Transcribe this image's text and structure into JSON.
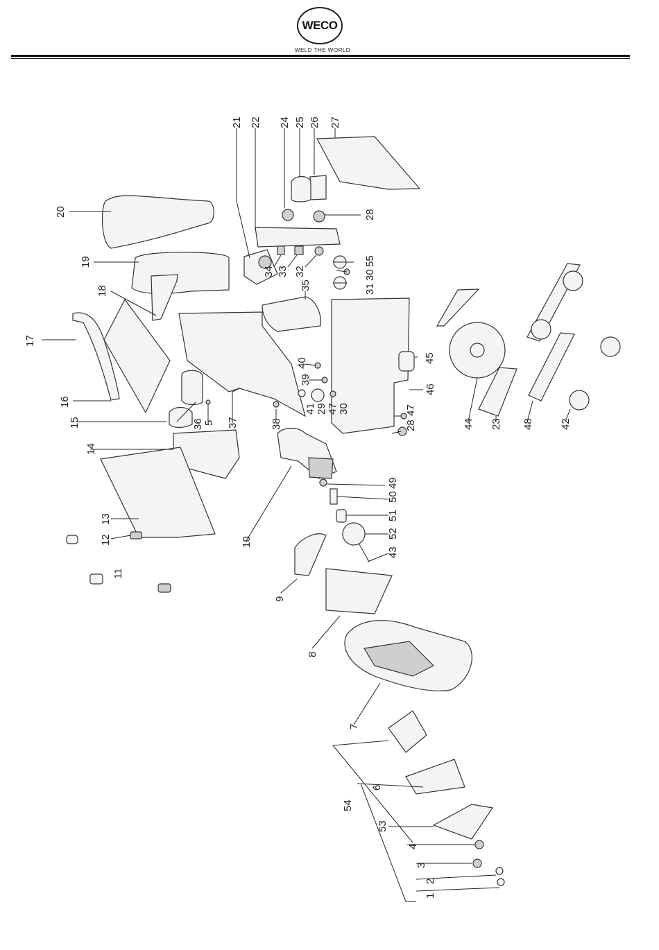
{
  "header": {
    "brand": "WECO",
    "tagline": "WELD THE WORLD"
  },
  "diagram": {
    "labels": [
      {
        "id": "21",
        "text": "21"
      },
      {
        "id": "22",
        "text": "22"
      },
      {
        "id": "24",
        "text": "24"
      },
      {
        "id": "25",
        "text": "25"
      },
      {
        "id": "26",
        "text": "26"
      },
      {
        "id": "27",
        "text": "27"
      },
      {
        "id": "28a",
        "text": "28"
      },
      {
        "id": "20",
        "text": "20"
      },
      {
        "id": "19",
        "text": "19"
      },
      {
        "id": "34",
        "text": "34"
      },
      {
        "id": "33",
        "text": "33"
      },
      {
        "id": "32",
        "text": "32"
      },
      {
        "id": "55",
        "text": "55"
      },
      {
        "id": "30a",
        "text": "30"
      },
      {
        "id": "31",
        "text": "31"
      },
      {
        "id": "35",
        "text": "35"
      },
      {
        "id": "18",
        "text": "18"
      },
      {
        "id": "17",
        "text": "17"
      },
      {
        "id": "40",
        "text": "40"
      },
      {
        "id": "39",
        "text": "39"
      },
      {
        "id": "41",
        "text": "41"
      },
      {
        "id": "29",
        "text": "29"
      },
      {
        "id": "47a",
        "text": "47"
      },
      {
        "id": "30b",
        "text": "30"
      },
      {
        "id": "45",
        "text": "45"
      },
      {
        "id": "46",
        "text": "46"
      },
      {
        "id": "16",
        "text": "16"
      },
      {
        "id": "15",
        "text": "15"
      },
      {
        "id": "36",
        "text": "36"
      },
      {
        "id": "5",
        "text": "5"
      },
      {
        "id": "37",
        "text": "37"
      },
      {
        "id": "38",
        "text": "38"
      },
      {
        "id": "28b",
        "text": "28"
      },
      {
        "id": "47b",
        "text": "47"
      },
      {
        "id": "44",
        "text": "44"
      },
      {
        "id": "23",
        "text": "23"
      },
      {
        "id": "48",
        "text": "48"
      },
      {
        "id": "42",
        "text": "42"
      },
      {
        "id": "14",
        "text": "14"
      },
      {
        "id": "49",
        "text": "49"
      },
      {
        "id": "50",
        "text": "50"
      },
      {
        "id": "10",
        "text": "10"
      },
      {
        "id": "13",
        "text": "13"
      },
      {
        "id": "51",
        "text": "51"
      },
      {
        "id": "12",
        "text": "12"
      },
      {
        "id": "52",
        "text": "52"
      },
      {
        "id": "43",
        "text": "43"
      },
      {
        "id": "11",
        "text": "11"
      },
      {
        "id": "9",
        "text": "9"
      },
      {
        "id": "8",
        "text": "8"
      },
      {
        "id": "7",
        "text": "7"
      },
      {
        "id": "54",
        "text": "54"
      },
      {
        "id": "6",
        "text": "6"
      },
      {
        "id": "53",
        "text": "53"
      },
      {
        "id": "4",
        "text": "4"
      },
      {
        "id": "3",
        "text": "3"
      },
      {
        "id": "2",
        "text": "2"
      },
      {
        "id": "1",
        "text": "1"
      }
    ]
  }
}
